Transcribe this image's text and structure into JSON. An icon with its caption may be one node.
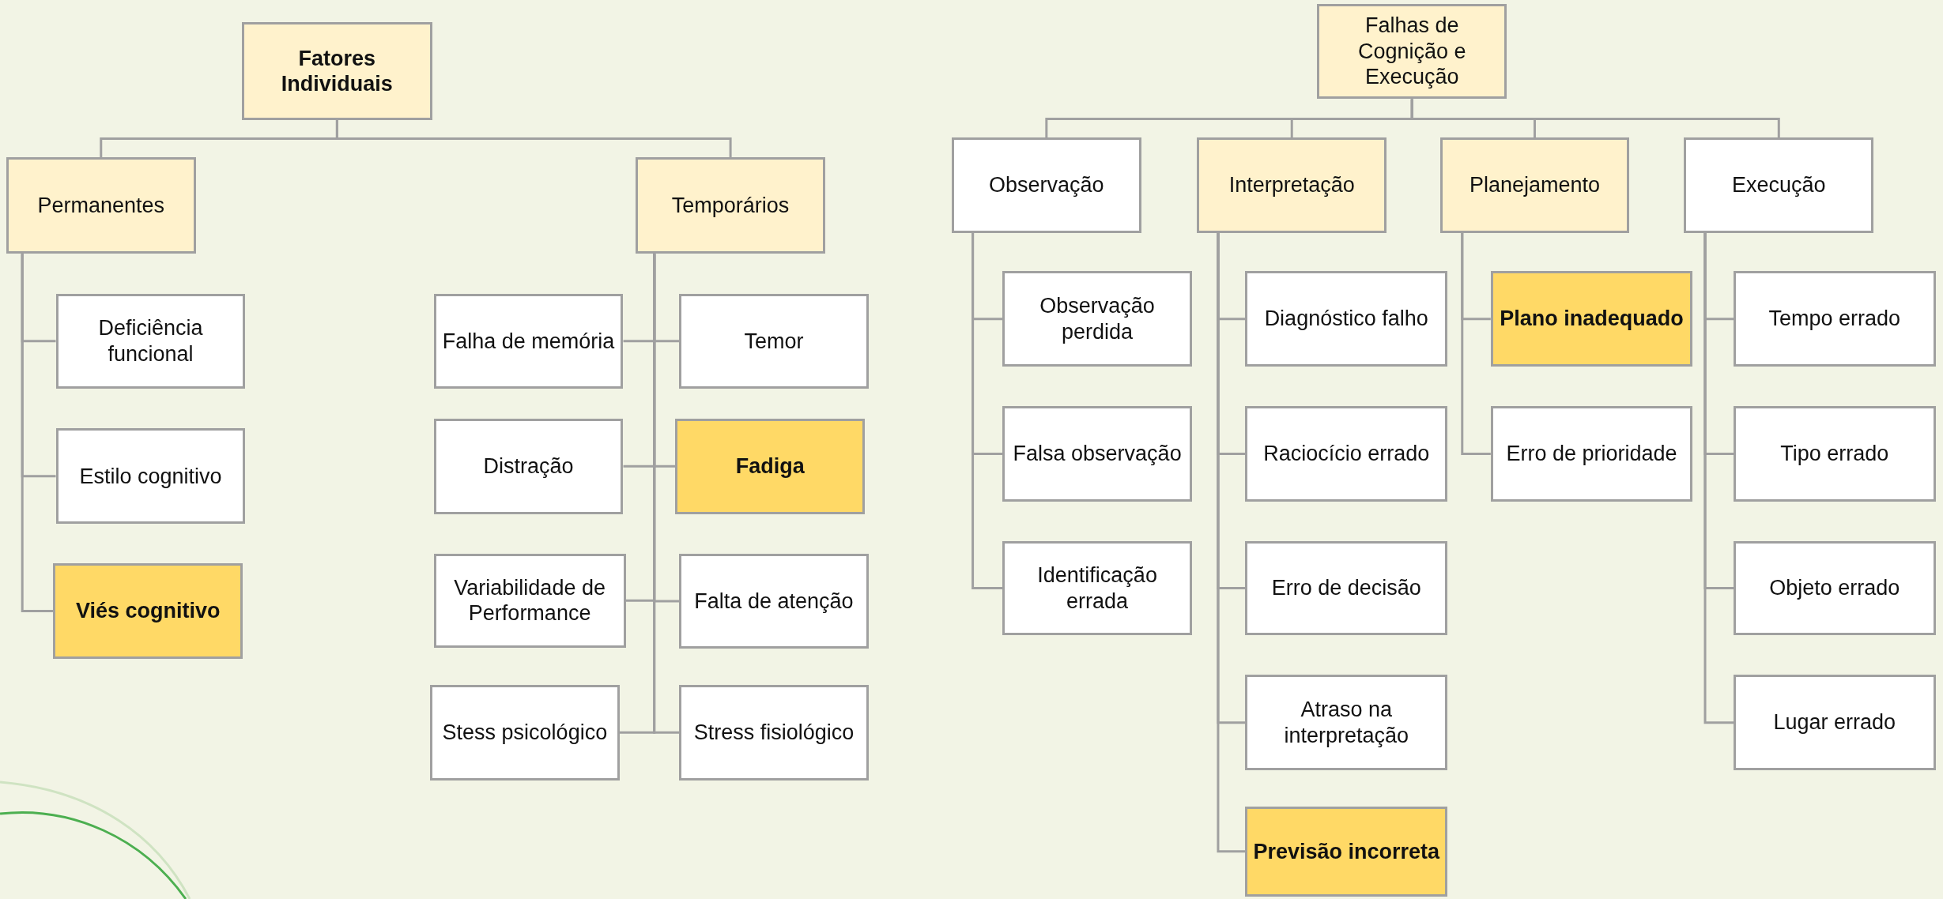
{
  "diagram": {
    "nodes": [
      {
        "text": [
          "Fatores Individuais"
        ]
      },
      {
        "text": [
          "Permanentes"
        ]
      },
      {
        "text": [
          "Temporários"
        ]
      },
      {
        "text": [
          "Deficiência funcional"
        ]
      },
      {
        "text": [
          "Estilo cognitivo"
        ]
      },
      {
        "text": [
          "Viés cognitivo"
        ]
      },
      {
        "text": [
          "Falha de memória"
        ]
      },
      {
        "text": [
          "Temor"
        ]
      },
      {
        "text": [
          "Distração"
        ]
      },
      {
        "text": [
          "Fadiga"
        ]
      },
      {
        "text": [
          "Variabilidade de Performance"
        ]
      },
      {
        "text": [
          "Falta de atenção"
        ]
      },
      {
        "text": [
          "Stess psicológico"
        ]
      },
      {
        "text": [
          "Stress fisiológico"
        ]
      },
      {
        "text": [
          "Falhas de Cognição e Execução"
        ]
      },
      {
        "text": [
          "Observação"
        ]
      },
      {
        "text": [
          "Interpretação"
        ]
      },
      {
        "text": [
          "Planejamento"
        ]
      },
      {
        "text": [
          "Execução"
        ]
      },
      {
        "text": [
          "Observação perdida"
        ]
      },
      {
        "text": [
          "Falsa observação"
        ]
      },
      {
        "text": [
          "Identificação errada"
        ]
      },
      {
        "text": [
          "Diagnóstico falho"
        ]
      },
      {
        "text": [
          "Raciocício errado"
        ]
      },
      {
        "text": [
          "Erro de decisão"
        ]
      },
      {
        "text": [
          "Atraso na interpretação"
        ]
      },
      {
        "text": [
          "Previsão incorreta"
        ]
      },
      {
        "text": [
          "Plano inadequado"
        ]
      },
      {
        "text": [
          "Erro de prioridade"
        ]
      },
      {
        "text": [
          "Tempo errado"
        ]
      },
      {
        "text": [
          "Tipo errado"
        ]
      },
      {
        "text": [
          "Objeto errado"
        ]
      },
      {
        "text": [
          "Lugar errado"
        ]
      }
    ],
    "edges": [
      {
        "from": 0,
        "to": 1,
        "arrow": "none"
      },
      {
        "from": 0,
        "to": 2,
        "arrow": "none"
      },
      {
        "from": 1,
        "to": 3,
        "arrow": "none"
      },
      {
        "from": 1,
        "to": 4,
        "arrow": "none"
      },
      {
        "from": 1,
        "to": 5,
        "arrow": "none"
      },
      {
        "from": 2,
        "to": 6,
        "arrow": "none"
      },
      {
        "from": 2,
        "to": 7,
        "arrow": "none"
      },
      {
        "from": 2,
        "to": 8,
        "arrow": "none"
      },
      {
        "from": 2,
        "to": 9,
        "arrow": "none"
      },
      {
        "from": 2,
        "to": 10,
        "arrow": "none"
      },
      {
        "from": 2,
        "to": 11,
        "arrow": "none"
      },
      {
        "from": 2,
        "to": 12,
        "arrow": "none"
      },
      {
        "from": 2,
        "to": 13,
        "arrow": "none"
      },
      {
        "from": 14,
        "to": 15,
        "arrow": "none"
      },
      {
        "from": 14,
        "to": 16,
        "arrow": "none"
      },
      {
        "from": 14,
        "to": 17,
        "arrow": "none"
      },
      {
        "from": 14,
        "to": 18,
        "arrow": "none"
      },
      {
        "from": 15,
        "to": 19,
        "arrow": "none"
      },
      {
        "from": 15,
        "to": 20,
        "arrow": "none"
      },
      {
        "from": 15,
        "to": 21,
        "arrow": "none"
      },
      {
        "from": 16,
        "to": 22,
        "arrow": "none"
      },
      {
        "from": 16,
        "to": 23,
        "arrow": "none"
      },
      {
        "from": 16,
        "to": 24,
        "arrow": "none"
      },
      {
        "from": 16,
        "to": 25,
        "arrow": "none"
      },
      {
        "from": 16,
        "to": 26,
        "arrow": "none"
      },
      {
        "from": 17,
        "to": 27,
        "arrow": "none"
      },
      {
        "from": 17,
        "to": 28,
        "arrow": "none"
      },
      {
        "from": 18,
        "to": 29,
        "arrow": "none"
      },
      {
        "from": 18,
        "to": 30,
        "arrow": "none"
      },
      {
        "from": 18,
        "to": 31,
        "arrow": "none"
      },
      {
        "from": 18,
        "to": 32,
        "arrow": "none"
      }
    ]
  }
}
